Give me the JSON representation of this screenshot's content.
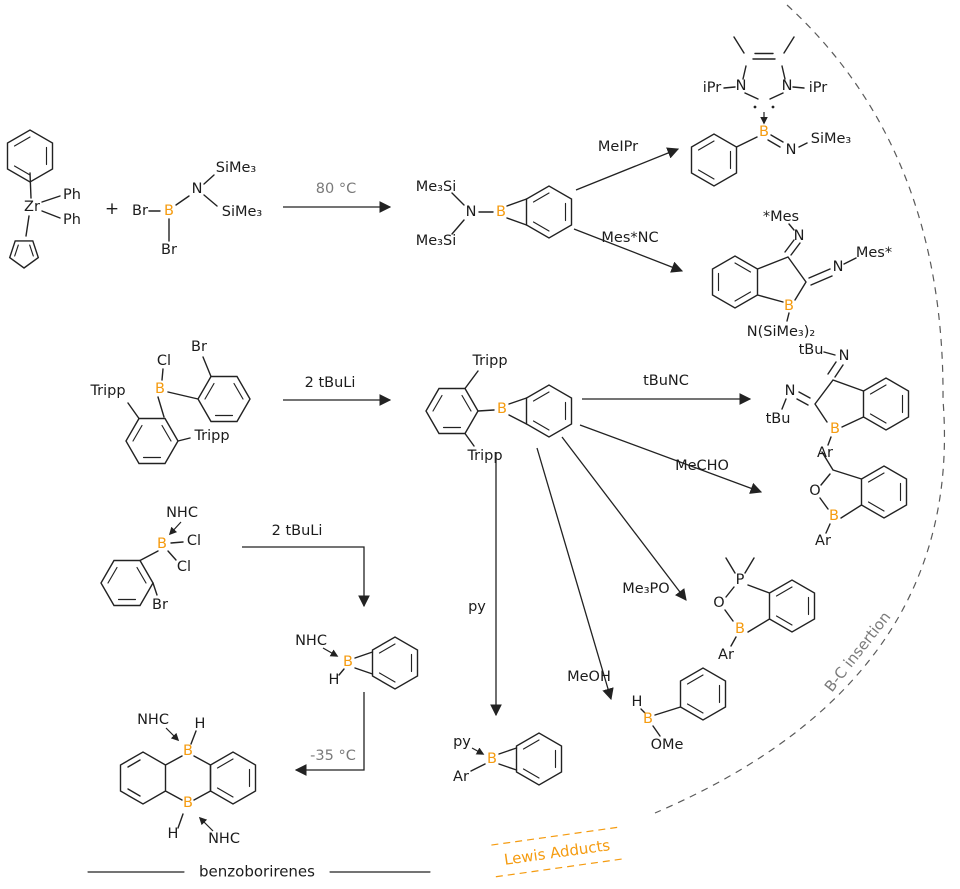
{
  "colors": {
    "boron": "#F59B0F",
    "accent_orange": "#F59B0F",
    "gray": "#7a7a7a",
    "line": "#222222"
  },
  "reaction1": {
    "zirconocene": {
      "metal": "Zr",
      "ph_top": "Ph",
      "ph_bottom": "Ph"
    },
    "plus": "+",
    "borane": {
      "br_left": "Br",
      "boron": "B",
      "br_bottom": "Br",
      "n": "N",
      "sime3_top": "SiMe₃",
      "sime3_right": "SiMe₃"
    },
    "condition": "80 °C",
    "product": {
      "me3si_top": "Me₃Si",
      "me3si_bottom": "Me₃Si",
      "n": "N",
      "boron": "B"
    }
  },
  "branch_meipr": {
    "reagent": "MeIPr",
    "product": {
      "ipr_left": "iPr",
      "n_left": "N",
      "n_right": "N",
      "ipr_right": "iPr",
      "boron": "B",
      "n_imine": "N",
      "sime3": "SiMe₃"
    }
  },
  "branch_mesnc": {
    "reagent": "Mes*NC",
    "product": {
      "mes_top": "*Mes",
      "n_top": "N",
      "n_right": "N",
      "mes_right": "Mes*",
      "boron": "B",
      "amide": "N(SiMe₃)₂"
    }
  },
  "reaction2": {
    "borane": {
      "tripp_left": "Tripp",
      "cl": "Cl",
      "boron": "B",
      "br": "Br",
      "tripp_right": "Tripp"
    },
    "condition": "2 tBuLi",
    "product": {
      "tripp_top": "Tripp",
      "tripp_bottom": "Tripp",
      "boron": "B"
    }
  },
  "branch_tbunc": {
    "reagent": "tBuNC",
    "product": {
      "tbu_top": "tBu",
      "n_top": "N",
      "n_left": "N",
      "tbu_left": "tBu",
      "boron": "B",
      "ar": "Ar"
    }
  },
  "branch_mecho": {
    "reagent": "MeCHO",
    "product": {
      "o": "O",
      "boron": "B",
      "ar": "Ar"
    }
  },
  "branch_me3po": {
    "reagent": "Me₃PO",
    "product": {
      "p": "P",
      "o": "O",
      "boron": "B",
      "ar": "Ar"
    }
  },
  "branch_meoh": {
    "reagent": "MeOH",
    "product": {
      "h": "H",
      "boron": "B",
      "ome": "OMe"
    }
  },
  "branch_py": {
    "reagent": "py",
    "product": {
      "py": "py",
      "ar": "Ar",
      "boron": "B"
    }
  },
  "reaction3": {
    "borane": {
      "nhc": "NHC",
      "boron": "B",
      "cl_right": "Cl",
      "cl_bottom": "Cl",
      "br": "Br"
    },
    "condition": "2 tBuLi",
    "intermediate": {
      "nhc": "NHC",
      "boron": "B",
      "h": "H"
    },
    "dimerization_condition": "-35 °C",
    "dimer": {
      "nhc_top": "NHC",
      "h_top": "H",
      "boron_top": "B",
      "boron_bottom": "B",
      "h_bottom": "H",
      "nhc_bottom": "NHC"
    }
  },
  "captions": {
    "benzoborirenes": "benzoborirenes",
    "lewis_adducts": "Lewis Adducts",
    "bc_insertion": "B-C insertion"
  }
}
